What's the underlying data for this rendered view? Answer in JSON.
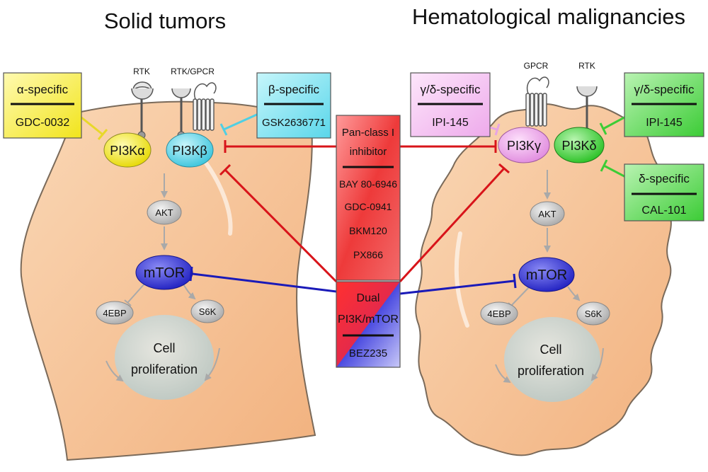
{
  "titles": {
    "left": "Solid tumors",
    "right": "Hematological malignancies"
  },
  "receptors": {
    "left_rtk": "RTK",
    "left_rtk_gpcr": "RTK/GPCR",
    "right_gpcr": "GPCR",
    "right_rtk": "RTK"
  },
  "nodes": {
    "pi3k_alpha": "PI3Kα",
    "pi3k_beta": "PI3Kβ",
    "pi3k_gamma": "PI3Kγ",
    "pi3k_delta": "PI3Kδ",
    "akt": "AKT",
    "mtor": "mTOR",
    "ebp": "4EBP",
    "s6k": "S6K",
    "cell_line1": "Cell",
    "cell_line2": "proliferation"
  },
  "inhibitor_boxes": {
    "alpha": {
      "header": "α-specific",
      "drug": "GDC-0032"
    },
    "beta": {
      "header": "β-specific",
      "drug": "GSK2636771"
    },
    "gamma_delta_left": {
      "header": "γ/δ-specific",
      "drug": "IPI-145"
    },
    "gamma_delta_right": {
      "header": "γ/δ-specific",
      "drug": "IPI-145"
    },
    "delta": {
      "header": "δ-specific",
      "drug": "CAL-101"
    },
    "pan": {
      "header_line1": "Pan-class I",
      "header_line2": "inhibitor",
      "drugs": [
        "BAY 80-6946",
        "GDC-0941",
        "BKM120",
        "PX866"
      ]
    },
    "dual": {
      "header_line1": "Dual",
      "header_line2": "PI3K/mTOR",
      "drug": "BEZ235"
    }
  },
  "colors": {
    "cell_fill": "#f7c89c",
    "alpha": "#f3ea2c",
    "beta": "#6ad8ec",
    "gamma": "#f0a8ee",
    "delta": "#3fd33a",
    "pan_red": "#e8262b",
    "dual_blue": "#2a2ad0",
    "mtor": "#3636d8",
    "grey_node": "#b8b8b8"
  }
}
